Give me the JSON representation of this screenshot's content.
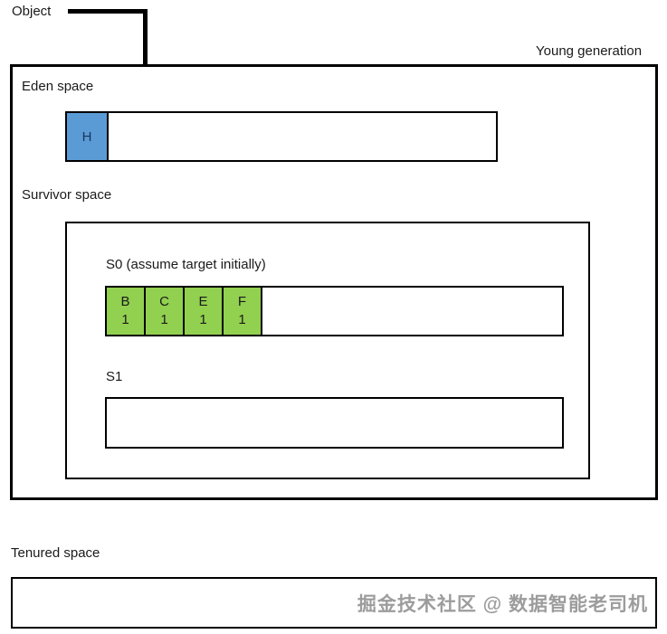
{
  "diagram": {
    "object_label": "Object",
    "young_generation": {
      "label": "Young generation",
      "eden": {
        "label": "Eden space",
        "cell": {
          "name": "H"
        }
      },
      "survivor": {
        "label": "Survivor space",
        "s0": {
          "label": "S0 (assume target initially)",
          "cells": [
            {
              "name": "B",
              "age": "1"
            },
            {
              "name": "C",
              "age": "1"
            },
            {
              "name": "E",
              "age": "1"
            },
            {
              "name": "F",
              "age": "1"
            }
          ]
        },
        "s1": {
          "label": "S1"
        }
      }
    },
    "tenured": {
      "label": "Tenured space"
    },
    "watermark": "掘金技术社区 @ 数据智能老司机",
    "colors": {
      "eden_cell_fill": "#5b9bd5",
      "survivor_cell_fill": "#92d050",
      "line": "#000000",
      "watermark_text": "#9c9c9c"
    }
  }
}
